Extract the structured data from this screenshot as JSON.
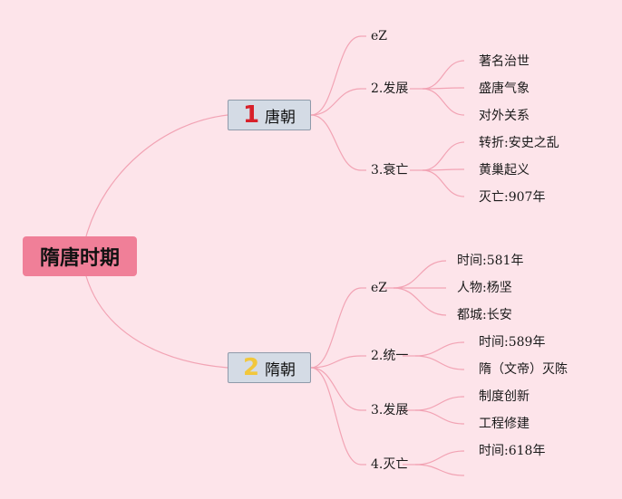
{
  "colors": {
    "background": "#fde4ea",
    "root_fill": "#f07f98",
    "branch_fill": "#d4dbe5",
    "connector": "#f2a3b4",
    "badge1": "#d8202a",
    "badge2": "#f2c73c"
  },
  "root": {
    "label": "隋唐时期"
  },
  "branches": [
    {
      "badge": "1",
      "label": "唐朝",
      "children": [
        {
          "label": "eZ",
          "children": []
        },
        {
          "label": "2.发展",
          "children": [
            "著名治世",
            "盛唐气象",
            "对外关系"
          ]
        },
        {
          "label": "3.衰亡",
          "children": [
            "转折:安史之乱",
            "黄巢起义",
            "灭亡:907年"
          ]
        }
      ]
    },
    {
      "badge": "2",
      "label": "隋朝",
      "children": [
        {
          "label": "eZ",
          "children": [
            "时间:581年",
            "人物:杨坚",
            "都城:长安"
          ]
        },
        {
          "label": "2.统一",
          "children": [
            "时间:589年",
            "隋（文帝）灭陈"
          ]
        },
        {
          "label": "3.发展",
          "children": [
            "制度创新",
            "工程修建"
          ]
        },
        {
          "label": "4.灭亡",
          "children": [
            "时间:618年",
            ""
          ]
        }
      ]
    }
  ]
}
